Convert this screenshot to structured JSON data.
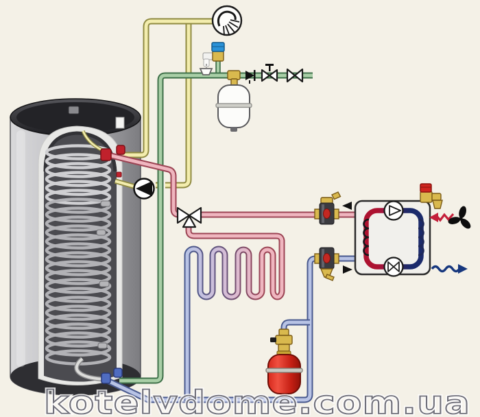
{
  "watermark": {
    "text": "kotelvdome.com.ua"
  },
  "diagram": {
    "type": "heating-system-schematic",
    "components": [
      {
        "name": "dhw-storage-tank",
        "desc": "hot water cylinder with internal coil heat exchanger"
      },
      {
        "name": "shower-icon",
        "desc": "domestic hot water draw-off point"
      },
      {
        "name": "safety-valve-blue-cap",
        "desc": "pressure relief valve on cold water line"
      },
      {
        "name": "drain-funnel",
        "desc": "tundish under safety valve"
      },
      {
        "name": "dhw-expansion-vessel-white",
        "desc": "potable expansion vessel"
      },
      {
        "name": "check-valve",
        "desc": "non-return valve on cold supply"
      },
      {
        "name": "shutoff-valve-with-stem",
        "desc": "stop valve on cold supply"
      },
      {
        "name": "shutoff-valve",
        "desc": "gate valve on cold supply"
      },
      {
        "name": "circulation-pump",
        "desc": "DHW recirculation pump"
      },
      {
        "name": "three-way-mixing-valve",
        "desc": "heating flow mixing valve"
      },
      {
        "name": "underfloor-heating-loop",
        "desc": "serpentine floor heating circuit"
      },
      {
        "name": "air-separator",
        "desc": "deaerator on heating flow"
      },
      {
        "name": "dirt-separator",
        "desc": "dirt separator on heating return"
      },
      {
        "name": "heat-pump-unit",
        "desc": "box with compressor, expansion valve and two coils"
      },
      {
        "name": "safety-valve-red-cap",
        "desc": "relief valve on heat pump"
      },
      {
        "name": "fan-icon",
        "desc": "outdoor air fan"
      },
      {
        "name": "warm-air-arrow",
        "desc": "air in"
      },
      {
        "name": "cold-air-arrow",
        "desc": "air out"
      },
      {
        "name": "heating-expansion-vessel-red",
        "desc": "heating circuit expansion vessel"
      },
      {
        "name": "fill-valve-brass",
        "desc": "valve above red expansion vessel"
      }
    ],
    "pipes": [
      {
        "name": "domestic-hot-water",
        "color": "#f3edae"
      },
      {
        "name": "cold-water-supply",
        "color": "#a9cfa7"
      },
      {
        "name": "heating-flow",
        "color": "#efb6bf"
      },
      {
        "name": "heating-return",
        "color": "#b8c3e5"
      }
    ],
    "colors": {
      "background": "#f4f1e7",
      "refrigerant-hot": "#ad1230",
      "refrigerant-cold": "#1b2a6b",
      "tank-body": "#b8b8bc"
    }
  }
}
